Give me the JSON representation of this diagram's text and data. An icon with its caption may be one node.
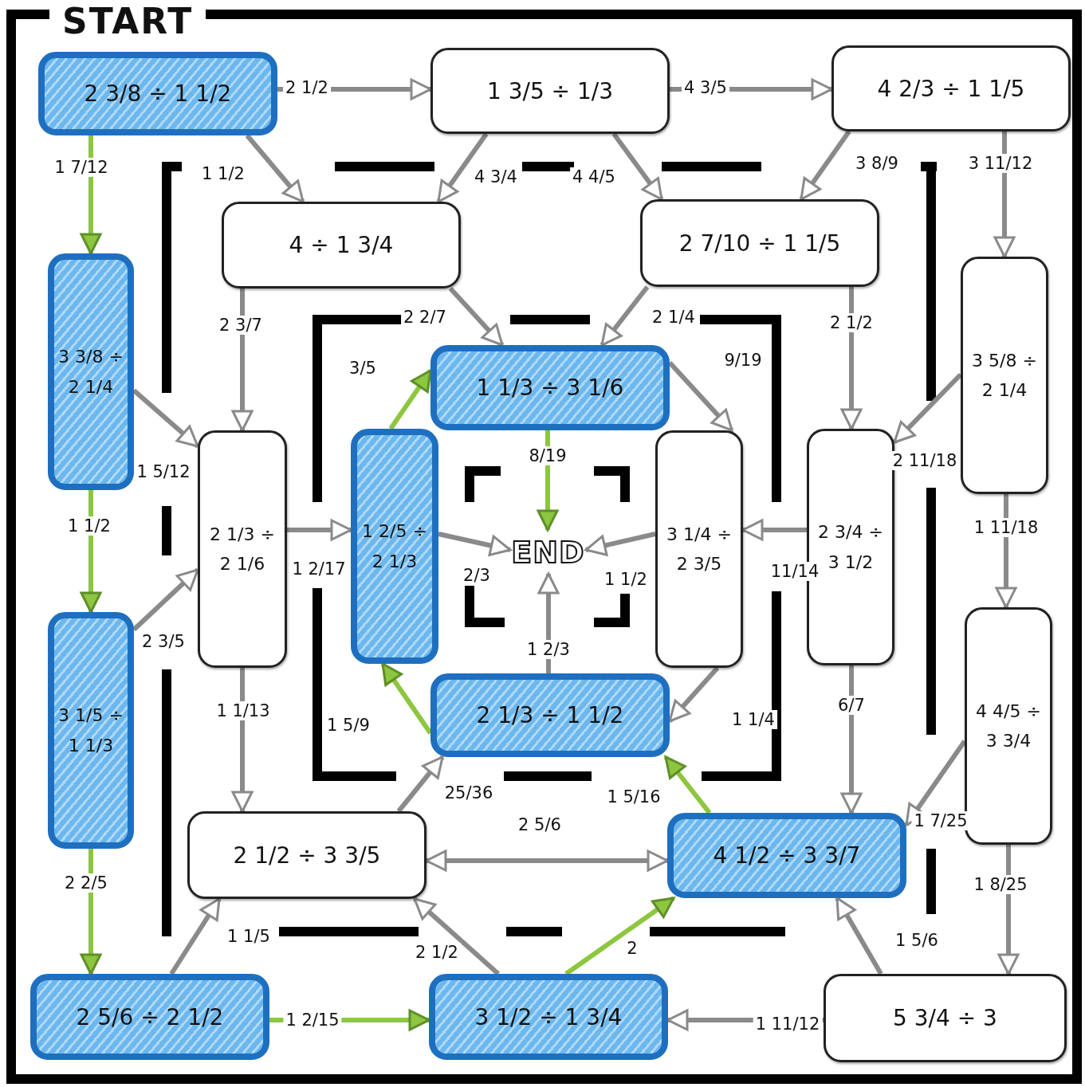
{
  "diagram": {
    "nodes": [
      {
        "text": [
          "2 3/8 ÷ 1 1/2"
        ],
        "beside": [
          "START"
        ]
      },
      {
        "text": [
          "1 3/5 ÷ 1/3"
        ]
      },
      {
        "text": [
          "4 2/3 ÷ 1 1/5"
        ]
      },
      {
        "text": [
          "3 3/8 ÷ 2 1/4"
        ]
      },
      {
        "text": [
          "4 ÷ 1 3/4"
        ]
      },
      {
        "text": [
          "2 7/10 ÷ 1 1/5"
        ]
      },
      {
        "text": [
          "3 5/8 ÷ 2 1/4"
        ]
      },
      {
        "text": [
          "1 1/3 ÷ 3 1/6"
        ]
      },
      {
        "text": [
          "2 1/3 ÷ 2 1/6"
        ]
      },
      {
        "text": [
          "1 2/5 ÷ 2 1/3"
        ]
      },
      {
        "text": [
          "END"
        ]
      },
      {
        "text": [
          "3 1/4 ÷ 2 3/5"
        ]
      },
      {
        "text": [
          "2 3/4 ÷ 3 1/2"
        ]
      },
      {
        "text": [
          "3 1/5 ÷ 1 1/3"
        ]
      },
      {
        "text": [
          "2 1/3 ÷ 1 1/2"
        ]
      },
      {
        "text": [
          "4 4/5 ÷ 3 3/4"
        ]
      },
      {
        "text": [
          "2 1/2 ÷ 3 3/5"
        ]
      },
      {
        "text": [
          "4 1/2 ÷ 3 3/7"
        ]
      },
      {
        "text": [
          "2 5/6 ÷ 2 1/2"
        ]
      },
      {
        "text": [
          "3 1/2 ÷ 1 3/4"
        ]
      },
      {
        "text": [
          "5 3/4 ÷ 3"
        ]
      }
    ],
    "edges": [
      {
        "from": 0,
        "to": 1,
        "arrow": "to",
        "label": "2 1/2"
      },
      {
        "from": 1,
        "to": 2,
        "arrow": "to",
        "label": "4 3/5"
      },
      {
        "from": 0,
        "to": 3,
        "arrow": "to",
        "label": "1 7/12",
        "color": "#8dc63f"
      },
      {
        "from": 0,
        "to": 4,
        "arrow": "to",
        "label": "1 1/2"
      },
      {
        "from": 1,
        "to": 4,
        "arrow": "to",
        "label": "4 3/4"
      },
      {
        "from": 1,
        "to": 5,
        "arrow": "to",
        "label": "4 4/5"
      },
      {
        "from": 2,
        "to": 5,
        "arrow": "to",
        "label": "3 8/9"
      },
      {
        "from": 2,
        "to": 6,
        "arrow": "to",
        "label": "3 11/12"
      },
      {
        "from": 3,
        "to": 8,
        "arrow": "to",
        "label": "1 5/12"
      },
      {
        "from": 3,
        "to": 13,
        "arrow": "to",
        "label": "1 1/2",
        "color": "#8dc63f"
      },
      {
        "from": 13,
        "to": 8,
        "arrow": "to",
        "label": "2 3/5"
      },
      {
        "from": 13,
        "to": 18,
        "arrow": "to",
        "label": "2 2/5",
        "color": "#8dc63f"
      },
      {
        "from": 4,
        "to": 8,
        "arrow": "to",
        "label": "2 3/7"
      },
      {
        "from": 4,
        "to": 7,
        "arrow": "to",
        "label": "2 2/7"
      },
      {
        "from": 5,
        "to": 7,
        "arrow": "to",
        "label": "2 1/4"
      },
      {
        "from": 5,
        "to": 12,
        "arrow": "to",
        "label": "2 1/2"
      },
      {
        "from": 6,
        "to": 12,
        "arrow": "to",
        "label": "2 11/18"
      },
      {
        "from": 6,
        "to": 15,
        "arrow": "to",
        "label": "1 11/18"
      },
      {
        "from": 7,
        "to": 11,
        "arrow": "to",
        "label": "9/19"
      },
      {
        "from": 7,
        "to": 10,
        "arrow": "to",
        "label": "8/19",
        "color": "#8dc63f"
      },
      {
        "from": 9,
        "to": 7,
        "arrow": "to",
        "label": "3/5",
        "color": "#8dc63f"
      },
      {
        "from": 8,
        "to": 9,
        "arrow": "to",
        "label": "1 2/17"
      },
      {
        "from": 9,
        "to": 10,
        "arrow": "to",
        "label": "2/3"
      },
      {
        "from": 11,
        "to": 10,
        "arrow": "to",
        "label": "1 1/2"
      },
      {
        "from": 12,
        "to": 11,
        "arrow": "to",
        "label": "11/14"
      },
      {
        "from": 14,
        "to": 10,
        "arrow": "to",
        "label": "1 2/3"
      },
      {
        "from": 14,
        "to": 9,
        "arrow": "to",
        "label": "1 5/9",
        "color": "#8dc63f"
      },
      {
        "from": 11,
        "to": 14,
        "arrow": "to",
        "label": "1 1/4"
      },
      {
        "from": 8,
        "to": 16,
        "arrow": "to",
        "label": "1 1/13"
      },
      {
        "from": 16,
        "to": 14,
        "arrow": "to",
        "label": "25/36"
      },
      {
        "from": 17,
        "to": 14,
        "arrow": "to",
        "label": "1 5/16",
        "color": "#8dc63f"
      },
      {
        "from": 12,
        "to": 17,
        "arrow": "to",
        "label": "6/7"
      },
      {
        "from": 15,
        "to": 17,
        "arrow": "to",
        "label": "1 7/25"
      },
      {
        "from": 15,
        "to": 20,
        "arrow": "to",
        "label": "1 8/25"
      },
      {
        "from": 16,
        "to": 17,
        "arrow": "both",
        "label": "2 5/6"
      },
      {
        "from": 18,
        "to": 16,
        "arrow": "to",
        "label": "1 1/5"
      },
      {
        "from": 18,
        "to": 19,
        "arrow": "to",
        "label": "1 2/15",
        "color": "#8dc63f"
      },
      {
        "from": 19,
        "to": 16,
        "arrow": "to",
        "label": "2 1/2"
      },
      {
        "from": 19,
        "to": 17,
        "arrow": "to",
        "label": "2",
        "color": "#8dc63f"
      },
      {
        "from": 20,
        "to": 17,
        "arrow": "to",
        "label": "1 5/6"
      },
      {
        "from": 20,
        "to": 19,
        "arrow": "to",
        "label": "1 11/12"
      }
    ]
  }
}
